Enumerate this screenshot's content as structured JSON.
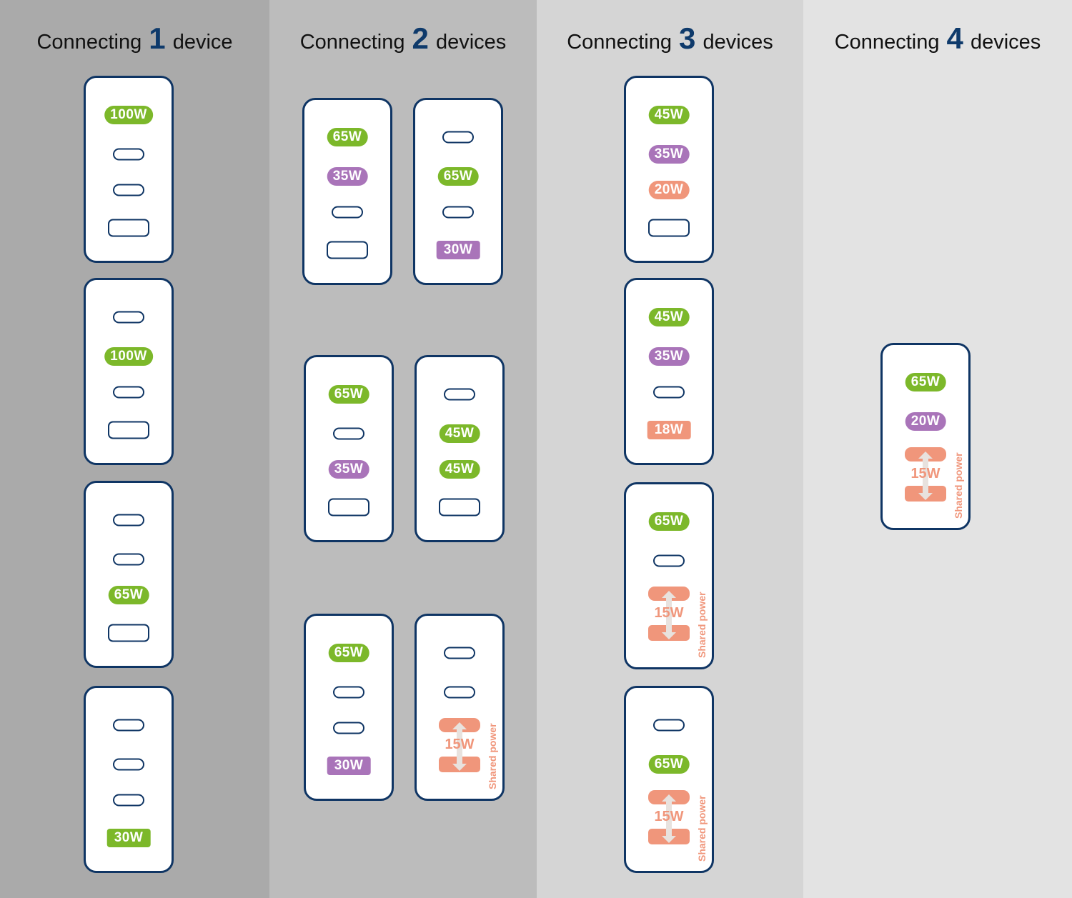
{
  "colors": {
    "green": "#7cb82a",
    "purple": "#a974b9",
    "salmon": "#f0967b",
    "navy": "#0f3564"
  },
  "columns": [
    {
      "prefix": "Connecting",
      "number": "1",
      "suffix": "device"
    },
    {
      "prefix": "Connecting",
      "number": "2",
      "suffix": "devices"
    },
    {
      "prefix": "Connecting",
      "number": "3",
      "suffix": "devices"
    },
    {
      "prefix": "Connecting",
      "number": "4",
      "suffix": "devices"
    }
  ],
  "chargers": [
    {
      "items": [
        {
          "t": "badge",
          "v": "100W",
          "c": "green"
        },
        {
          "t": "c"
        },
        {
          "t": "c"
        },
        {
          "t": "a"
        }
      ]
    },
    {
      "items": [
        {
          "t": "c"
        },
        {
          "t": "badge",
          "v": "100W",
          "c": "green"
        },
        {
          "t": "c"
        },
        {
          "t": "a"
        }
      ]
    },
    {
      "items": [
        {
          "t": "c"
        },
        {
          "t": "c"
        },
        {
          "t": "badge",
          "v": "65W",
          "c": "green"
        },
        {
          "t": "a"
        }
      ]
    },
    {
      "items": [
        {
          "t": "c"
        },
        {
          "t": "c"
        },
        {
          "t": "c"
        },
        {
          "t": "badge",
          "v": "30W",
          "c": "green",
          "rect": true
        }
      ]
    },
    {
      "items": [
        {
          "t": "badge",
          "v": "65W",
          "c": "green"
        },
        {
          "t": "badge",
          "v": "35W",
          "c": "purple"
        },
        {
          "t": "c"
        },
        {
          "t": "a"
        }
      ]
    },
    {
      "items": [
        {
          "t": "c"
        },
        {
          "t": "badge",
          "v": "65W",
          "c": "green"
        },
        {
          "t": "c"
        },
        {
          "t": "badge",
          "v": "30W",
          "c": "purple",
          "rect": true
        }
      ]
    },
    {
      "items": [
        {
          "t": "badge",
          "v": "65W",
          "c": "green"
        },
        {
          "t": "c"
        },
        {
          "t": "badge",
          "v": "35W",
          "c": "purple"
        },
        {
          "t": "a"
        }
      ]
    },
    {
      "items": [
        {
          "t": "c"
        },
        {
          "t": "badge",
          "v": "45W",
          "c": "green"
        },
        {
          "t": "badge",
          "v": "45W",
          "c": "green"
        },
        {
          "t": "a"
        }
      ]
    },
    {
      "items": [
        {
          "t": "badge",
          "v": "65W",
          "c": "green"
        },
        {
          "t": "c"
        },
        {
          "t": "c"
        },
        {
          "t": "badge",
          "v": "30W",
          "c": "purple",
          "rect": true
        }
      ]
    },
    {
      "items": [
        {
          "t": "c"
        },
        {
          "t": "c"
        },
        {
          "t": "shared",
          "v": "15W",
          "label": "Shared power"
        }
      ]
    },
    {
      "items": [
        {
          "t": "badge",
          "v": "45W",
          "c": "green"
        },
        {
          "t": "badge",
          "v": "35W",
          "c": "purple"
        },
        {
          "t": "badge",
          "v": "20W",
          "c": "salmon"
        },
        {
          "t": "a"
        }
      ]
    },
    {
      "items": [
        {
          "t": "badge",
          "v": "45W",
          "c": "green"
        },
        {
          "t": "badge",
          "v": "35W",
          "c": "purple"
        },
        {
          "t": "c"
        },
        {
          "t": "badge",
          "v": "18W",
          "c": "salmon",
          "rect": true
        }
      ]
    },
    {
      "items": [
        {
          "t": "badge",
          "v": "65W",
          "c": "green"
        },
        {
          "t": "c"
        },
        {
          "t": "shared",
          "v": "15W",
          "label": "Shared power"
        }
      ]
    },
    {
      "items": [
        {
          "t": "c"
        },
        {
          "t": "badge",
          "v": "65W",
          "c": "green"
        },
        {
          "t": "shared",
          "v": "15W",
          "label": "Shared power"
        }
      ]
    },
    {
      "items": [
        {
          "t": "badge",
          "v": "65W",
          "c": "green"
        },
        {
          "t": "badge",
          "v": "20W",
          "c": "purple"
        },
        {
          "t": "shared",
          "v": "15W",
          "label": "Shared power"
        }
      ]
    }
  ]
}
